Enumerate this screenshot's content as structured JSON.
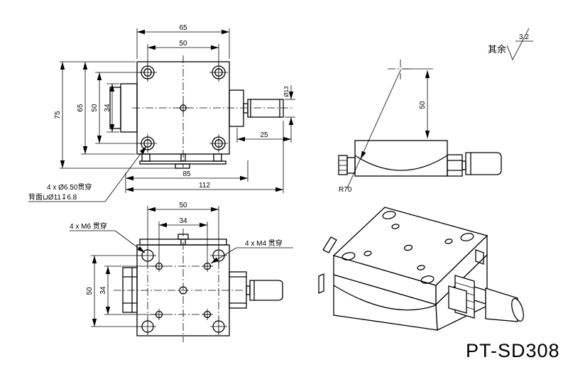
{
  "part_number": "PT-SD308",
  "surface_note": {
    "prefix": "其余",
    "roughness": "3.2"
  },
  "front_view": {
    "dim_width_outer": "65",
    "dim_width_holes": "50",
    "dim_height_overall": "75",
    "dim_height_plate": "65",
    "dim_height_holes": "50",
    "dim_height_flange": "34",
    "dim_knob_length": "25",
    "dim_knob_diameter": "Ø13",
    "dim_base_width": "85",
    "dim_total_width": "112",
    "hole_note_line1": "4 x Ø6.50贯穿",
    "hole_note_line2": "背面⊔Ø11↧6.8"
  },
  "side_view": {
    "dim_center_height": "50",
    "dim_radius": "R70"
  },
  "bottom_view": {
    "dim_width_holes_m6": "50",
    "dim_width_holes_m4": "34",
    "dim_height_holes_m6": "50",
    "dim_height_holes_m4": "34",
    "note_m6": "4 x M6 贯穿",
    "note_m4": "4 x M4 贯穿"
  },
  "colors": {
    "line": "#000000",
    "background": "#ffffff"
  }
}
